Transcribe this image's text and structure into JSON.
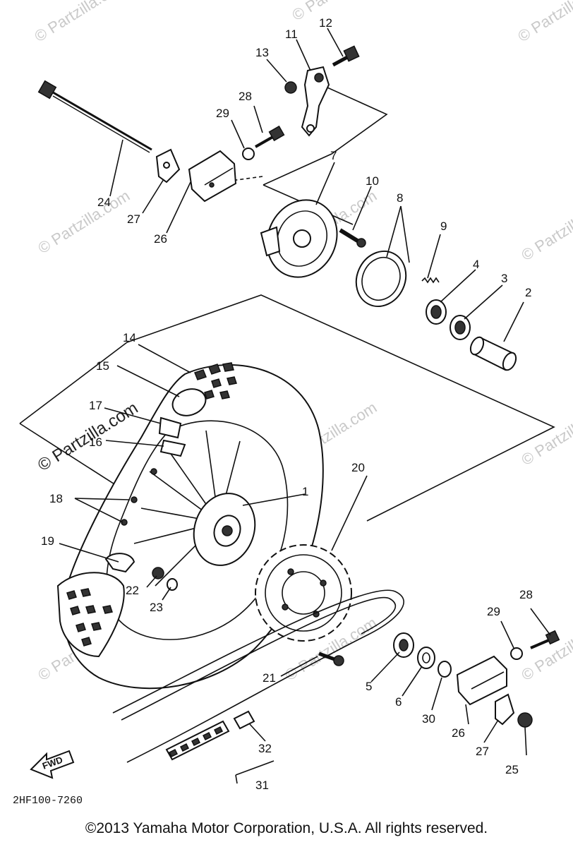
{
  "diagram": {
    "watermark": "© Partzilla.com",
    "code": "2HF100-7260",
    "fwd_label": "FWD",
    "copyright": "©2013 Yamaha Motor Corporation, U.S.A. All rights reserved.",
    "callouts": [
      "1",
      "2",
      "3",
      "4",
      "5",
      "6",
      "7",
      "8",
      "9",
      "10",
      "11",
      "12",
      "13",
      "14",
      "15",
      "16",
      "17",
      "18",
      "19",
      "20",
      "21",
      "22",
      "23",
      "24",
      "25",
      "26",
      "27",
      "28",
      "29",
      "30",
      "31",
      "32"
    ]
  }
}
